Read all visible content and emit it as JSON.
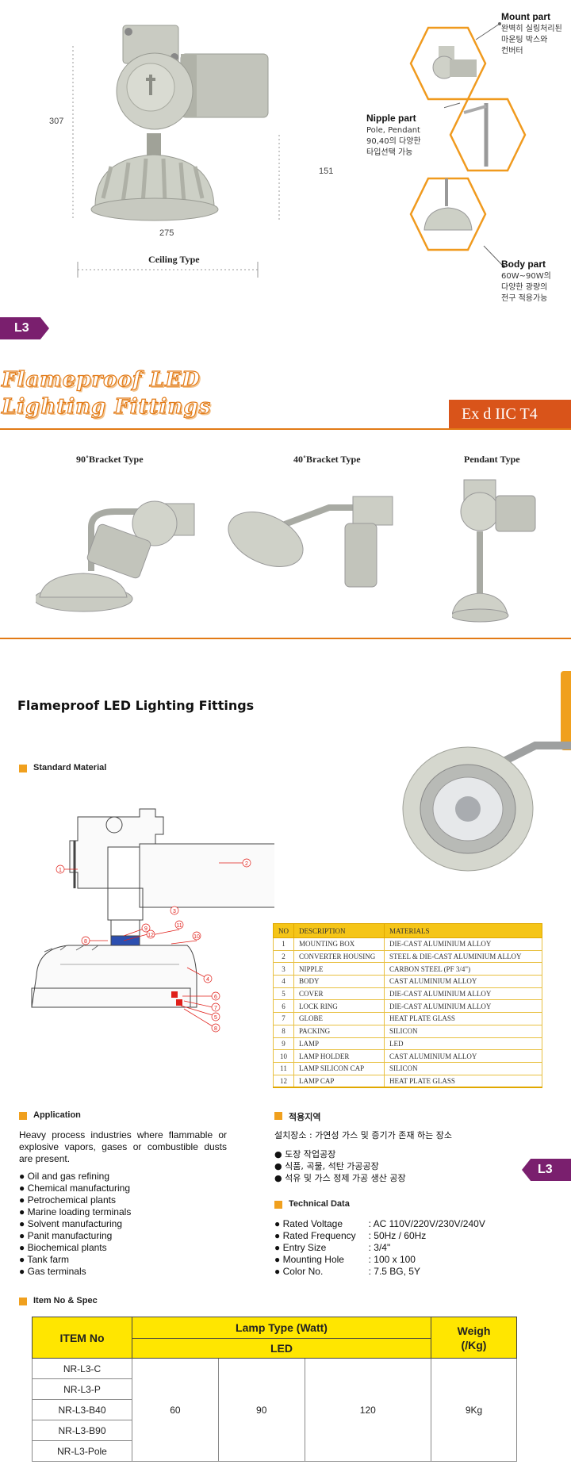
{
  "top": {
    "dimensions": {
      "height_total": "307",
      "height_body": "151",
      "width": "275"
    },
    "caption": "Ceiling Type",
    "callouts": [
      {
        "title": "Mount part",
        "text": "완벽히 실링처리된\n마운팅 박스와\n컨버터"
      },
      {
        "title": "Nipple part",
        "text": "Pole, Pendant\n90,40의 다양한\n타입선택 가능"
      },
      {
        "title": "Body part",
        "text": "60W~90W의\n다양한 광량의\n전구 적용가능"
      }
    ]
  },
  "badge": "L3",
  "title_line1": "Flameproof LED",
  "title_line2": "Lighting Fittings",
  "ex_mark": "Ex d IIC T4",
  "types": {
    "bracket90": "90˚Bracket Type",
    "bracket40": "40˚Bracket Type",
    "pendant": "Pendant Type"
  },
  "main_title": "Flameproof LED Lighting Fittings",
  "standard_material": "Standard Material",
  "diagram_numbers": [
    "1",
    "2",
    "3",
    "4",
    "5",
    "6",
    "7",
    "8",
    "9",
    "10",
    "11",
    "12"
  ],
  "materials": {
    "headers": [
      "NO",
      "DESCRIPTION",
      "MATERIALS"
    ],
    "rows": [
      [
        "1",
        "MOUNTING BOX",
        "DIE-CAST ALUMINIUM ALLOY"
      ],
      [
        "2",
        "CONVERTER HOUSING",
        "STEEL & DIE-CAST ALUMINIUM ALLOY"
      ],
      [
        "3",
        "NIPPLE",
        "CARBON STEEL (PF 3/4\")"
      ],
      [
        "4",
        "BODY",
        "CAST ALUMINIUM ALLOY"
      ],
      [
        "5",
        "COVER",
        "DIE-CAST ALUMINIUM ALLOY"
      ],
      [
        "6",
        "LOCK RING",
        "DIE-CAST ALUMINIUM ALLOY"
      ],
      [
        "7",
        "GLOBE",
        "HEAT PLATE GLASS"
      ],
      [
        "8",
        "PACKING",
        "SILICON"
      ],
      [
        "9",
        "LAMP",
        "LED"
      ],
      [
        "10",
        "LAMP HOLDER",
        "CAST ALUMINIUM ALLOY"
      ],
      [
        "11",
        "LAMP SILICON CAP",
        "SILICON"
      ],
      [
        "12",
        "LAMP CAP",
        "HEAT PLATE GLASS"
      ]
    ]
  },
  "application": {
    "heading": "Application",
    "intro": "Heavy process industries where flammable or explosive vapors, gases or combustible dusts are present.",
    "items": [
      "Oil and gas refining",
      "Chemical manufacturing",
      "Petrochemical plants",
      "Marine loading terminals",
      "Solvent manufacturing",
      "Panit manufacturing",
      "Biochemical plants",
      "Tank farm",
      "Gas terminals"
    ]
  },
  "korean": {
    "heading": "적용지역",
    "intro": "설치장소 : 가연성 가스 및 증기가 존재 하는 장소",
    "items": [
      "도장 작업공장",
      "식품, 곡물, 석탄 가공공장",
      "석유 및 가스 정제 가공 생산 공장"
    ]
  },
  "technical": {
    "heading": "Technical Data",
    "rows": [
      {
        "label": "Rated Voltage",
        "value": "AC 110V/220V/230V/240V"
      },
      {
        "label": "Rated Frequency",
        "value": "50Hz / 60Hz"
      },
      {
        "label": "Entry Size",
        "value": "3/4\""
      },
      {
        "label": "Mounting Hole",
        "value": "100 x 100"
      },
      {
        "label": "Color No.",
        "value": "7.5 BG, 5Y"
      }
    ]
  },
  "spec": {
    "heading": "Item No & Spec",
    "col_item": "ITEM No",
    "col_lamp": "Lamp Type (Watt)",
    "col_led": "LED",
    "col_weight": "Weigh\n(/Kg)",
    "items": [
      "NR-L3-C",
      "NR-L3-P",
      "NR-L3-B40",
      "NR-L3-B90",
      "NR-L3-Pole"
    ],
    "watts": [
      "60",
      "90",
      "120"
    ],
    "weight": "9Kg"
  },
  "colors": {
    "accent_orange": "#e27a16",
    "badge_purple": "#7a1f6e",
    "table_yellow": "#f5c518",
    "spec_yellow": "#ffe600"
  }
}
